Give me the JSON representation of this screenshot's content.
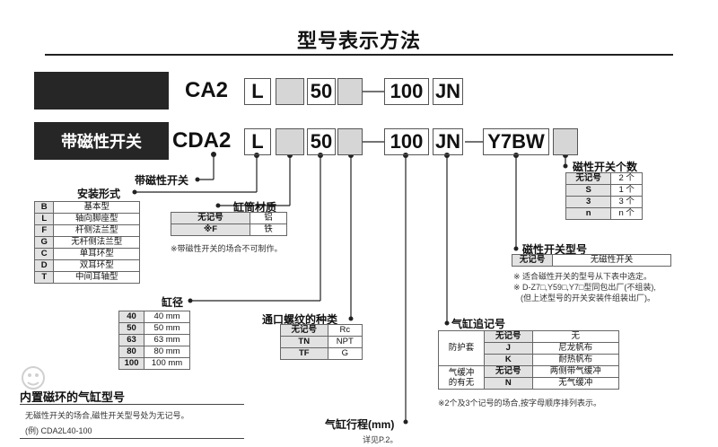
{
  "title": "型号表示方法",
  "rows": {
    "row1": {
      "model": "CA2",
      "mount": "L",
      "bore": "50",
      "stroke": "100",
      "cushion": "JN"
    },
    "row2": {
      "prefix": "带磁性开关",
      "model": "CDA2",
      "mount": "L",
      "bore": "50",
      "stroke": "100",
      "cushion": "JN",
      "switch": "Y7BW"
    }
  },
  "labels": {
    "with_switch": "带磁性开关",
    "mount_type": "安装形式",
    "tube_material": "缸筒材质",
    "bore": "缸径",
    "port_thread": "通口螺纹的种类",
    "cushion": "气缸追记号",
    "stroke": "气缸行程(mm)",
    "stroke_note": "详见P.2。",
    "switch_qty": "磁性开关个数",
    "switch_model": "磁性开关型号"
  },
  "mount_table": [
    {
      "k": "B",
      "v": "基本型"
    },
    {
      "k": "L",
      "v": "轴向脚座型"
    },
    {
      "k": "F",
      "v": "杆侧法兰型"
    },
    {
      "k": "G",
      "v": "无杆侧法兰型"
    },
    {
      "k": "C",
      "v": "单耳环型"
    },
    {
      "k": "D",
      "v": "双耳环型"
    },
    {
      "k": "T",
      "v": "中间耳轴型"
    }
  ],
  "material_table": [
    {
      "k": "无记号",
      "v": "铝"
    },
    {
      "k": "※F",
      "v": "铁"
    }
  ],
  "material_note": "※带磁性开关的场合不可制作。",
  "bore_table": [
    {
      "k": "40",
      "v": "40 mm"
    },
    {
      "k": "50",
      "v": "50 mm"
    },
    {
      "k": "63",
      "v": "63 mm"
    },
    {
      "k": "80",
      "v": "80 mm"
    },
    {
      "k": "100",
      "v": "100 mm"
    }
  ],
  "port_table": [
    {
      "k": "无记号",
      "v": "Rc"
    },
    {
      "k": "TN",
      "v": "NPT"
    },
    {
      "k": "TF",
      "v": "G"
    }
  ],
  "cushion_table": {
    "group1": "防护套",
    "group2a": "气缓冲",
    "group2b": "的有无",
    "rows": [
      {
        "k": "无记号",
        "v": "无"
      },
      {
        "k": "J",
        "v": "尼龙帆布"
      },
      {
        "k": "K",
        "v": "耐热帆布"
      },
      {
        "k": "无记号",
        "v": "两侧带气缓冲"
      },
      {
        "k": "N",
        "v": "无气缓冲"
      }
    ],
    "note": "※2个及3个记号的场合,按字母顺序排列表示。"
  },
  "qty_table": [
    {
      "k": "无记号",
      "v": "2 个"
    },
    {
      "k": "S",
      "v": "1 个"
    },
    {
      "k": "3",
      "v": "3 个"
    },
    {
      "k": "n",
      "v": "n 个"
    }
  ],
  "switch_table": {
    "k": "无记号",
    "v": "无磁性开关"
  },
  "switch_notes": [
    "※ 适合磁性开关的型号从下表中选定。",
    "※ D-Z7□,Y59□,Y7□型同包出厂(不组装),",
    "(但上述型号的开关安装件组装出厂)。"
  ],
  "bottom": {
    "heading": "内置磁环的气缸型号",
    "line1": "无磁性开关的场合,磁性开关型号处为无记号。",
    "line2": "(例) CDA2L40-100"
  }
}
